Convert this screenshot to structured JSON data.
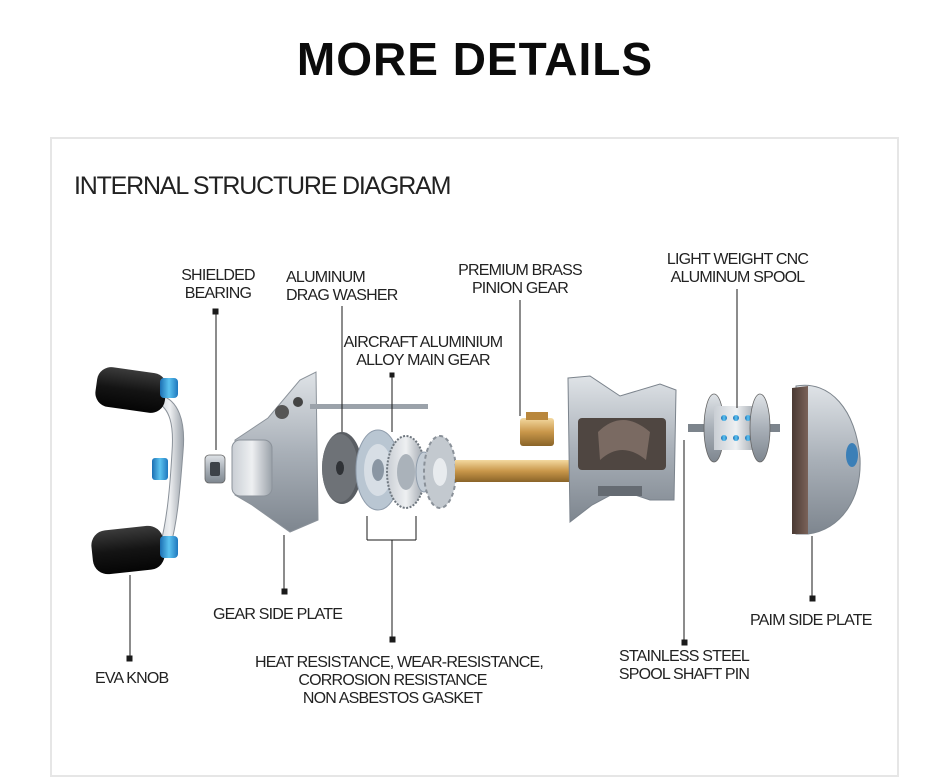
{
  "header": {
    "title": "MORE DETAILS"
  },
  "diagram": {
    "title": "INTERNAL STRUCTURE DIAGRAM",
    "labels": {
      "shielded_bearing": [
        "SHIELDED",
        "BEARING"
      ],
      "drag_washer": [
        "ALUMINUM",
        "DRAG WASHER"
      ],
      "main_gear": [
        "AIRCRAFT ALUMINIUM",
        "ALLOY MAIN GEAR"
      ],
      "pinion_gear": [
        "PREMIUM BRASS",
        "PINION GEAR"
      ],
      "spool": [
        "LIGHT WEIGHT CNC",
        "ALUMINUM SPOOL"
      ],
      "gear_side_plate": "GEAR SIDE PLATE",
      "eva_knob": "EVA KNOB",
      "gasket": [
        "HEAT RESISTANCE, WEAR-RESISTANCE,",
        "CORROSION RESISTANCE",
        "NON ASBESTOS GASKET"
      ],
      "spool_shaft_pin": [
        "STAINLESS STEEL",
        "SPOOL SHAFT PIN"
      ],
      "palm_side_plate": "PAIM SIDE PLATE"
    }
  }
}
